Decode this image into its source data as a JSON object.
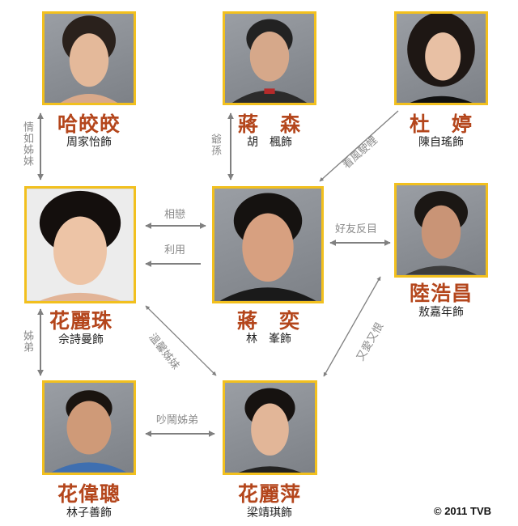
{
  "characters": [
    {
      "name": "哈皎皎",
      "actor": "周家怡飾"
    },
    {
      "name": "蔣　森",
      "actor": "胡　楓飾"
    },
    {
      "name": "杜　婷",
      "actor": "陳自瑤飾"
    },
    {
      "name": "花麗珠",
      "actor": "佘詩曼飾"
    },
    {
      "name": "蔣　奕",
      "actor": "林　峯飾"
    },
    {
      "name": "陸浩昌",
      "actor": "敖嘉年飾"
    },
    {
      "name": "花偉聰",
      "actor": "林子善飾"
    },
    {
      "name": "花麗萍",
      "actor": "梁靖琪飾"
    }
  ],
  "relations": {
    "sisters_like": "情如姊妹",
    "grandparent": "爺孫",
    "opportunist": "看風駛𢃇",
    "love": "相戀",
    "use": "利用",
    "friends_fallout": "好友反目",
    "siblings": "姊弟",
    "warm_sisters": "溫馨姊妹",
    "love_hate": "又愛又恨",
    "noisy_siblings": "吵鬧姊弟"
  },
  "colors": {
    "name": "#b4461c",
    "border": "#f2c01e",
    "arrow": "#808080"
  },
  "copyright": "© 2011 TVB"
}
